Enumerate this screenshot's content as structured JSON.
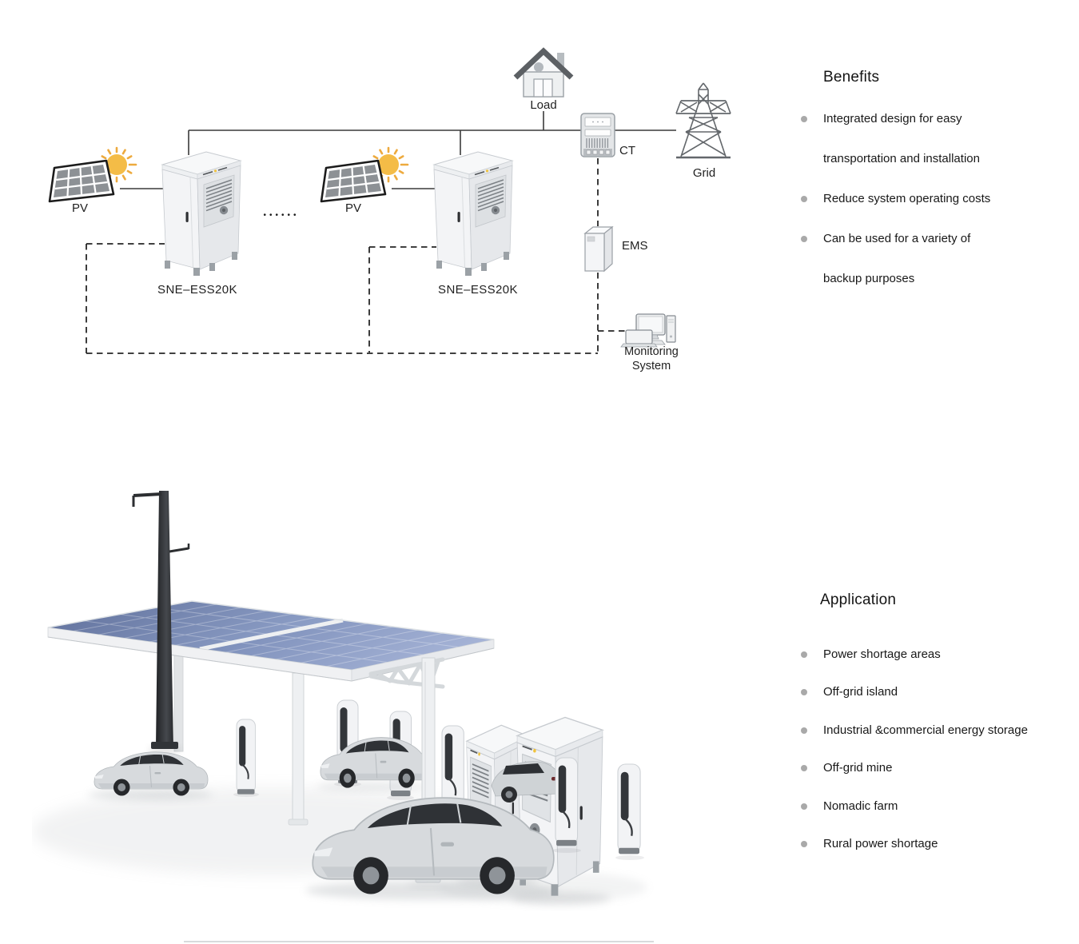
{
  "diagram": {
    "pv_label_1": "PV",
    "pv_label_2": "PV",
    "ellipsis": "••••••",
    "unit_label_1": "SNE–ESS20K",
    "unit_label_2": "SNE–ESS20K",
    "load_label": "Load",
    "ct_label": "CT",
    "grid_label": "Grid",
    "ems_label": "EMS",
    "monitoring_label_line1": "Monitoring",
    "monitoring_label_line2": "System"
  },
  "benefits": {
    "title": "Benefits",
    "rows": [
      {
        "text": "Integrated design for easy"
      },
      {
        "text": "transportation and installation"
      },
      {
        "text": "Reduce system operating costs"
      },
      {
        "text": "Can be used for a variety of"
      },
      {
        "text": "backup purposes"
      }
    ]
  },
  "application": {
    "title": "Application",
    "items": [
      "Power shortage areas",
      "Off-grid island",
      "Industrial &commercial energy storage",
      "Off-grid mine",
      "Nomadic farm",
      "Rural power shortage"
    ]
  },
  "colors": {
    "sun_accent": "#f2b63e",
    "panel_blue": "#7d90bd",
    "bullet_gray": "#a9a9a9",
    "line_dark": "#3a3a3a",
    "logo_dot": "#f0c23c"
  }
}
